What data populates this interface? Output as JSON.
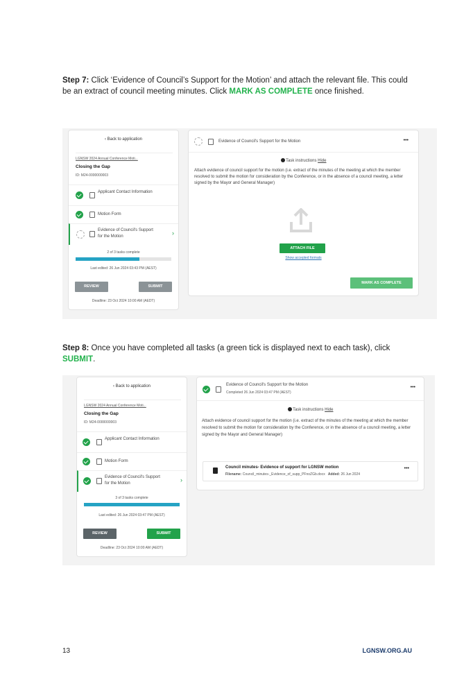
{
  "step7": {
    "label": "Step 7:",
    "text1": " Click ‘Evidence of Council’s Support for the Motion’ and attach the relevant file. This could be an extract of council meeting minutes. Click ",
    "highlight": "MARK AS COMPLETE",
    "text2": " once finished."
  },
  "step8": {
    "label": "Step 8:",
    "text1": " Once you have completed all tasks (a green tick is displayed next to each task), click ",
    "highlight": "SUBMIT",
    "text2": "."
  },
  "sidebar": {
    "back": "‹  Back to application",
    "app_link": "LGNSW 2024 Annual Conference Moti...",
    "title": "Closing the Gap",
    "id": "ID: M24-0000000003",
    "tasks": [
      "Applicant Contact Information",
      "Motion Form",
      "Evidence of Council's Support for the Motion"
    ],
    "review": "REVIEW",
    "submit": "SUBMIT",
    "deadline": "Deadline: 23 Oct 2024 10:00 AM (AEDT)"
  },
  "shot1": {
    "progress_text": "2 of 3 tasks complete",
    "progress_fraction": 0.67,
    "last_edited": "Last edited: 26 Jun 2024 03:43 PM (AEST)",
    "task_title": "Evidence of Council's Support for the Motion",
    "more": "•••",
    "instructions_label": "Task instructions",
    "hide": "Hide",
    "instruction_text": "Attach evidence of council support for the motion (i.e. extract of the minutes of the meeting at which the member resolved to submit the motion for consideration by the Conference, or in the absence of a council meeting, a letter signed by the Mayor and General Manager)",
    "attach": "ATTACH FILE",
    "accepted": "Show accepted formats",
    "mark_complete": "MARK AS COMPLETE"
  },
  "shot2": {
    "progress_text": "3 of 3 tasks complete",
    "progress_fraction": 1.0,
    "last_edited": "Last edited: 26 Jun 2024 03:47 PM (AEST)",
    "task_title": "Evidence of Council's Support for the Motion",
    "completed": "Completed 26 Jun 2024 03:47 PM (AEST)",
    "more": "•••",
    "instructions_label": "Task instructions",
    "hide": "Hide",
    "instruction_text": "Attach evidence of council support for the motion (i.e. extract of the minutes of the meeting at which the member resolved to submit the motion for consideration by the Conference, or in the absence of a council meeting, a letter signed by the Mayor and General Manager)",
    "file_title": "Council minutes- Evidence of support for LGNSW motion",
    "filename_label": "Filename:",
    "filename": "Council_minutes-_Evidence_of_supp_PFnoZGb.docx",
    "added_label": "Added:",
    "added": "26 Jun 2024"
  },
  "footer": {
    "page": "13",
    "site": "LGNSW.ORG.AU"
  },
  "colors": {
    "green": "#22b24c",
    "teal": "#25a3c4",
    "navy": "#1a3a6b"
  }
}
